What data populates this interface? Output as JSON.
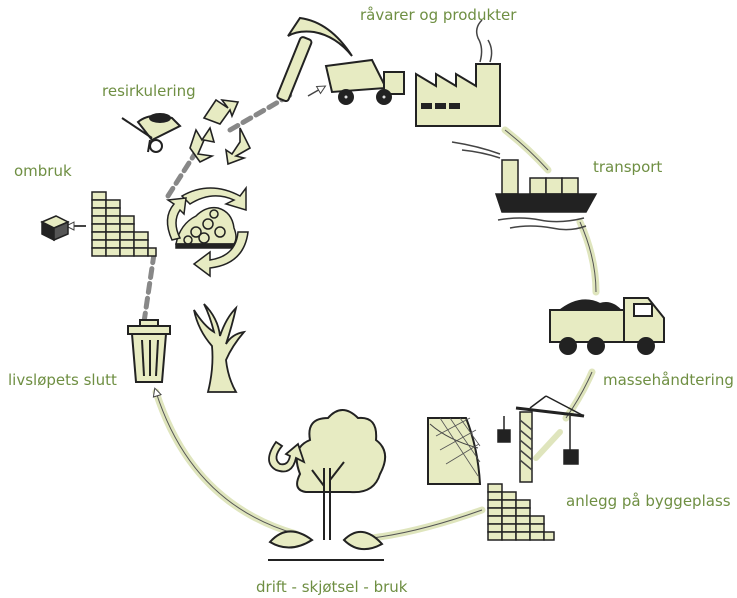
{
  "colors": {
    "accent_text": "#6f8f43",
    "fill": "#e7ebc2",
    "stroke": "#222222",
    "arrow_fill": "#ffffff"
  },
  "labels": {
    "raw_materials": "råvarer og produkter",
    "transport": "transport",
    "mass_handling": "massehåndtering",
    "construction": "anlegg på byggeplass",
    "operation": "drift - skjøtsel - bruk",
    "end_of_life": "livsløpets slutt",
    "reuse": "ombruk",
    "recycling": "resirkulering"
  },
  "icons": [
    "pickaxe-icon",
    "dump-truck-icon",
    "factory-icon",
    "cargo-ship-icon",
    "loaded-truck-icon",
    "tower-crane-icon",
    "retaining-wall-icon",
    "brick-stack-icon",
    "tree-icon",
    "seedling-icon",
    "cycle-arrow-icon",
    "trash-bin-icon",
    "dead-tree-icon",
    "rubble-pile-icon",
    "wheelbarrow-icon",
    "recycle-icon",
    "single-brick-icon"
  ]
}
